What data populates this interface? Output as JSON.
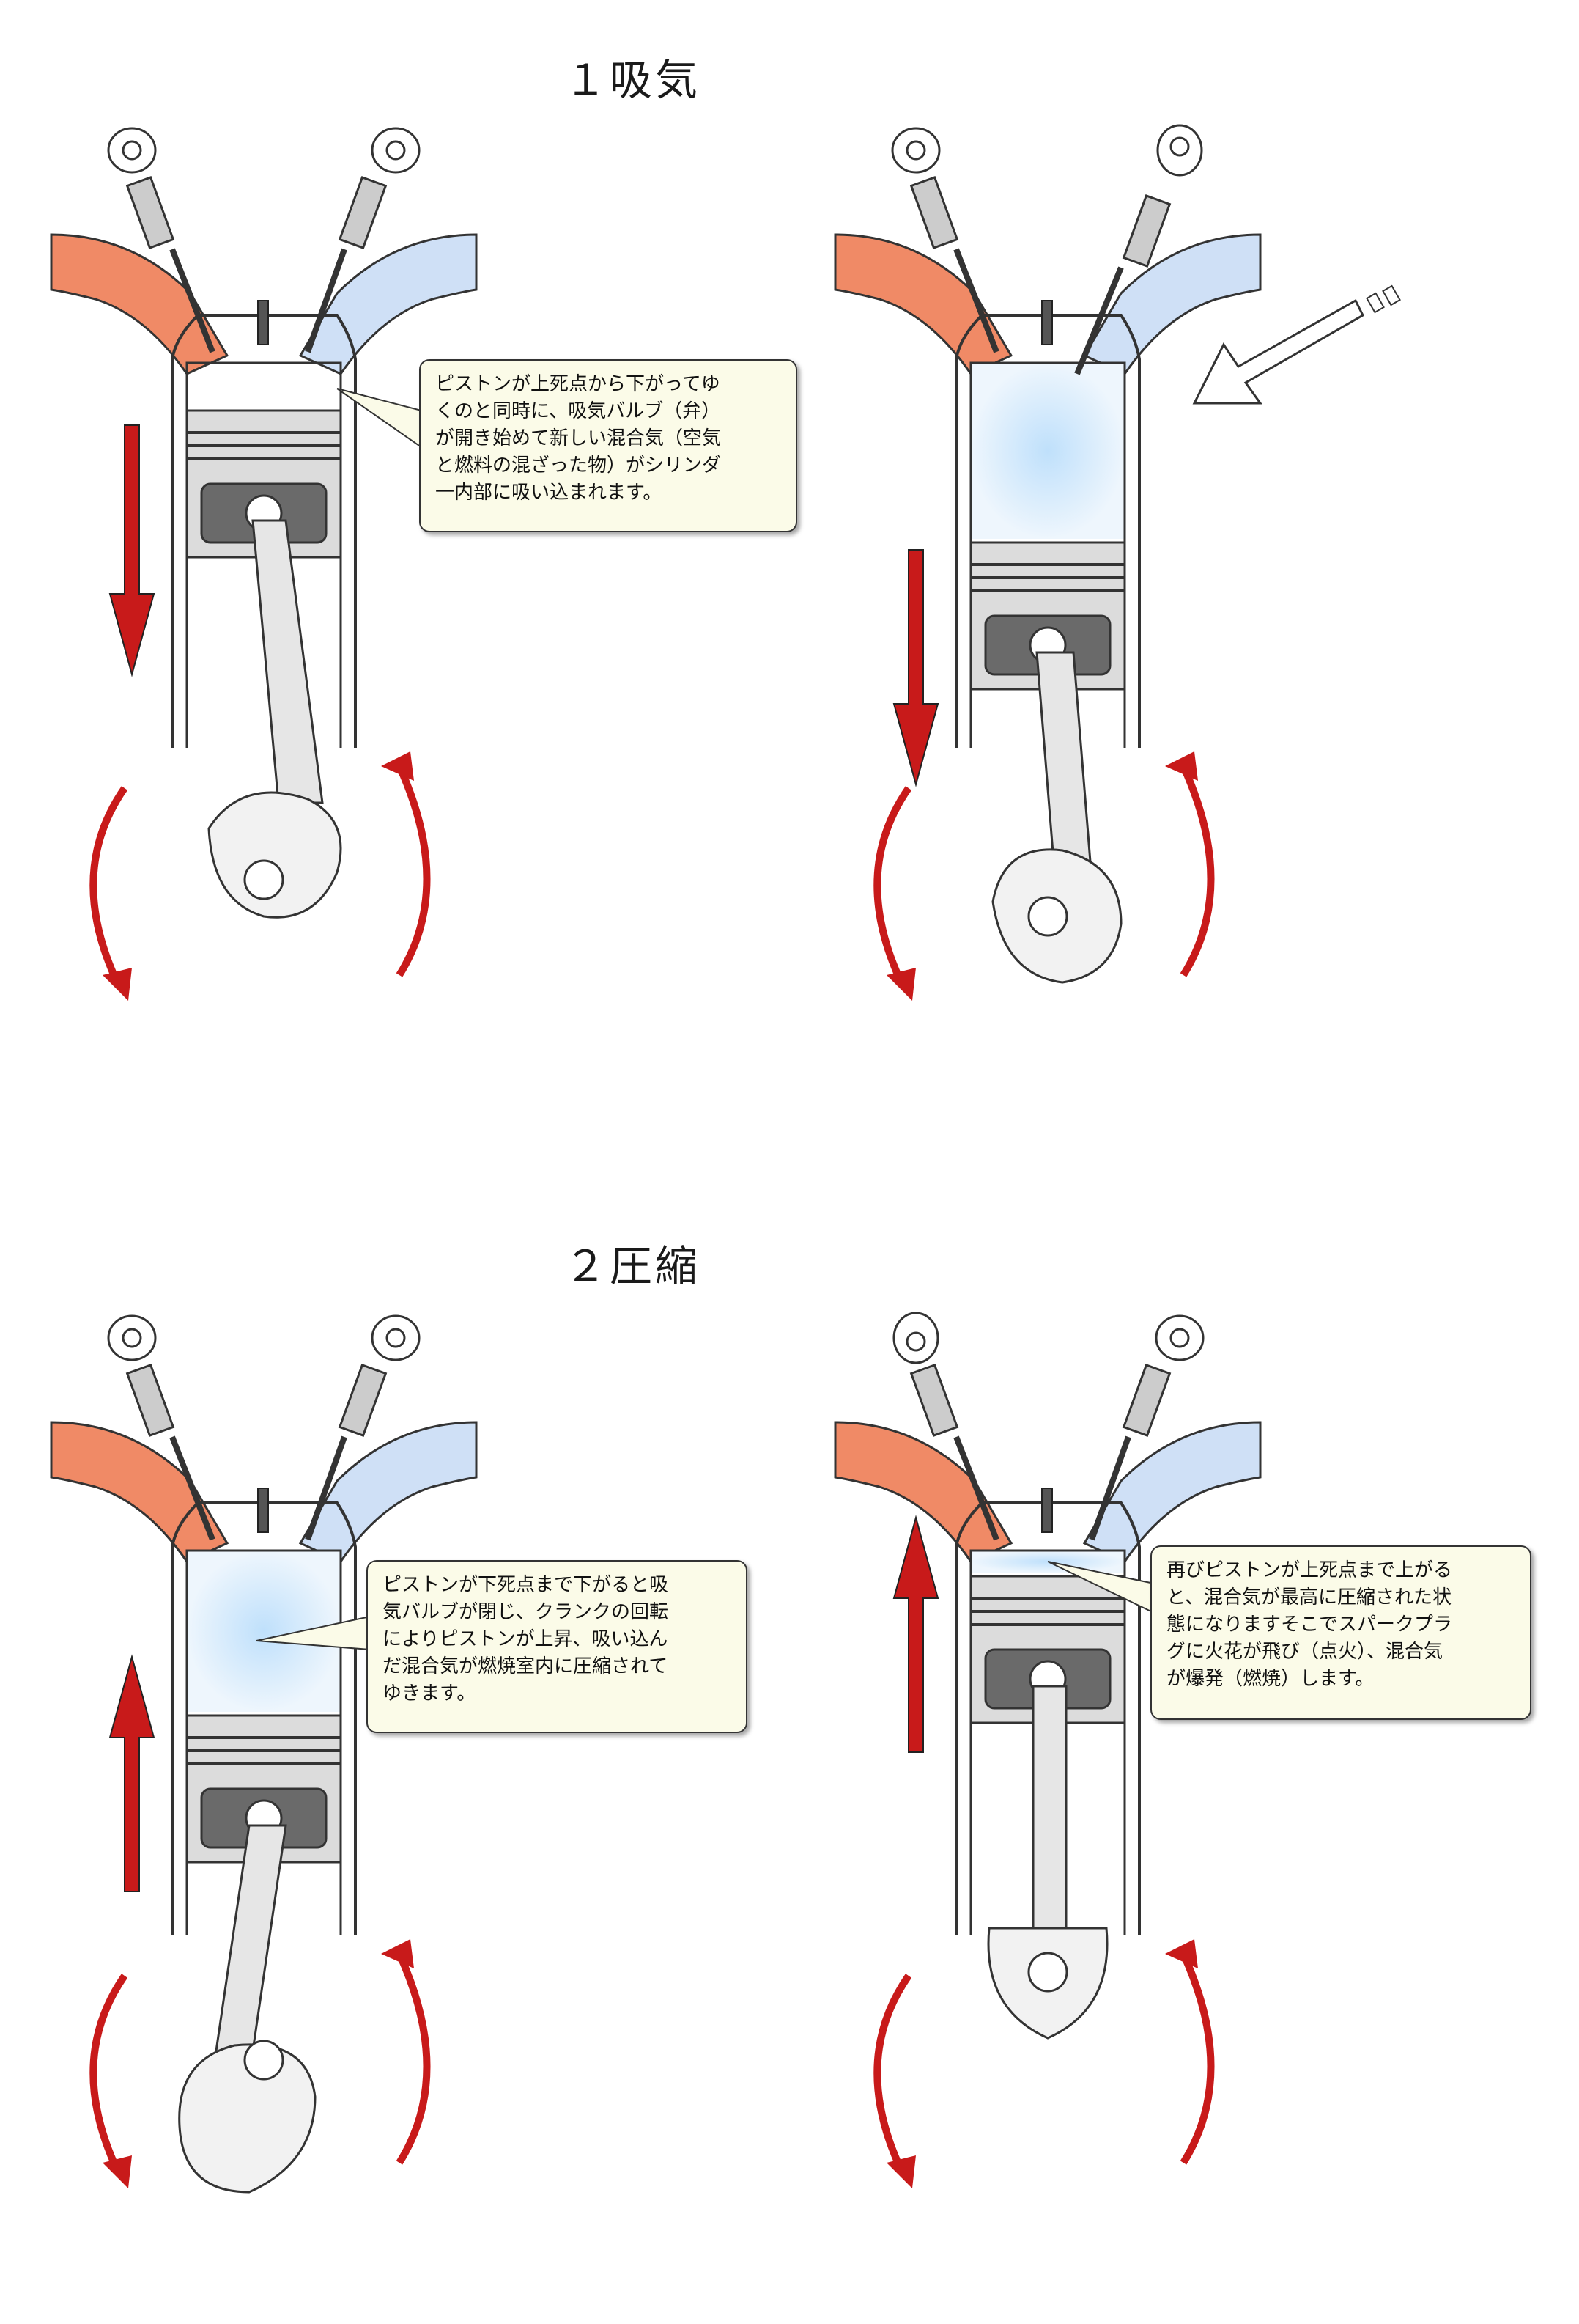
{
  "titles": {
    "intake": "１吸気",
    "compression": "２圧縮"
  },
  "callouts": {
    "intake_text": "ピストンが上死点から下がってゆ\nくのと同時に、吸気バルブ（弁）\nが開き始めて新しい混合気（空気\nと燃料の混ざった物）がシリンダ\n一内部に吸い込まれます。",
    "compression_text": "ピストンが下死点まで下がると吸\n気バルブが閉じ、クランクの回転\nによりピストンが上昇、吸い込ん\nだ混合気が燃焼室内に圧縮されて\nゆきます。",
    "ignition_text": "再びピストンが上死点まで上がる\nと、混合気が最高に圧縮された状\n態になりますそこでスパークプラ\nグに火花が飛び（点火）、混合気\nが爆発（燃焼）します。"
  },
  "colors": {
    "exhaust_port": "#f08a66",
    "intake_port": "#cfe0f6",
    "charge_mixture": "#d8ecfb",
    "arrow_red": "#c81a1a",
    "piston_gray": "#dcdcdc",
    "pin_boss": "#6a6a6a",
    "callout_bg": "#fbfbe8"
  },
  "icons": {
    "piston_motion": "piston-direction-arrow",
    "crank_rotation": "curved-rotation-arrow",
    "intake_flow": "hollow-intake-arrow",
    "spark_plug": "spark-plug-icon",
    "camshaft": "cam-lobe-icon"
  }
}
